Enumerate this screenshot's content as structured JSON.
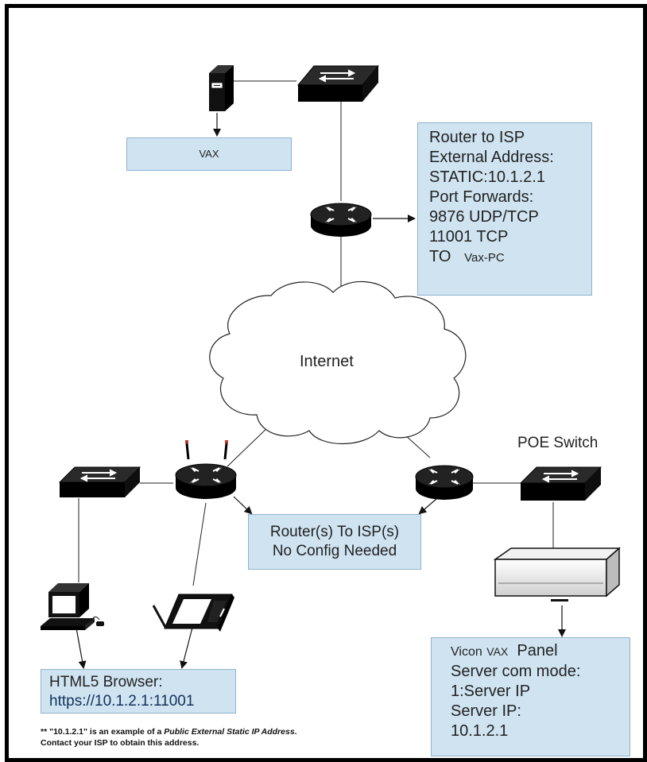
{
  "labels": {
    "vax": "VAX",
    "internet": "Internet",
    "poe_switch": "POE Switch"
  },
  "router_isp_box": {
    "line1": "Router to ISP",
    "line2": "External Address:",
    "line3": "STATIC:10.1.2.1",
    "line4": "Port Forwards:",
    "line5": "9876 UDP/TCP",
    "line6": "11001 TCP",
    "line7_prefix": "TO",
    "line7_target": "Vax-PC"
  },
  "routers_box": {
    "line1": "Router(s) To ISP(s)",
    "line2": "No Config Needed"
  },
  "browser_box": {
    "line1": "HTML5 Browser:",
    "line2": "https://10.1.2.1:11001"
  },
  "panel_box": {
    "line1_prefix": "Vicon",
    "line1_mid": "VAX",
    "line1_suffix": "Panel",
    "line2": "Server com mode:",
    "line3": "1:Server IP",
    "line4": "Server IP:",
    "line5": "10.1.2.1"
  },
  "footnote": {
    "prefix": "** \"10.1.2.1\" is an example of a ",
    "emphasis": "Public External Static IP Address",
    "suffix": ".",
    "line2": "Contact your ISP to obtain this address."
  },
  "icons": [
    "server-tower-icon",
    "network-switch-icon",
    "router-icon",
    "wireless-router-icon",
    "cloud-icon",
    "desktop-computer-icon",
    "tablet-icon",
    "indoor-panel-unit-icon",
    "arrow-icon"
  ],
  "colors": {
    "box_fill": "#cfe3f1",
    "box_border": "#8fb3cc",
    "device": "#111111",
    "frame": "#000000"
  }
}
